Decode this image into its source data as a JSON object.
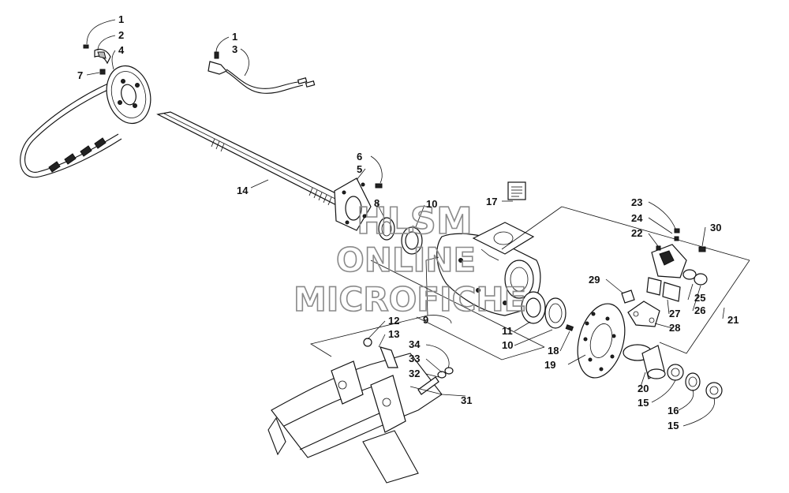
{
  "watermark": {
    "line1": "HLSM",
    "line2": "ONLINE",
    "line3": "MICROFICHE"
  },
  "labels": [
    {
      "id": "1a",
      "text": "1"
    },
    {
      "id": "2",
      "text": "2"
    },
    {
      "id": "4",
      "text": "4"
    },
    {
      "id": "7",
      "text": "7"
    },
    {
      "id": "1b",
      "text": "1"
    },
    {
      "id": "3",
      "text": "3"
    },
    {
      "id": "6",
      "text": "6"
    },
    {
      "id": "5",
      "text": "5"
    },
    {
      "id": "14",
      "text": "14"
    },
    {
      "id": "8",
      "text": "8"
    },
    {
      "id": "10a",
      "text": "10"
    },
    {
      "id": "17",
      "text": "17"
    },
    {
      "id": "23",
      "text": "23"
    },
    {
      "id": "24",
      "text": "24"
    },
    {
      "id": "22",
      "text": "22"
    },
    {
      "id": "30",
      "text": "30"
    },
    {
      "id": "29",
      "text": "29"
    },
    {
      "id": "25",
      "text": "25"
    },
    {
      "id": "27",
      "text": "27"
    },
    {
      "id": "26",
      "text": "26"
    },
    {
      "id": "21",
      "text": "21"
    },
    {
      "id": "28",
      "text": "28"
    },
    {
      "id": "9",
      "text": "9"
    },
    {
      "id": "11",
      "text": "11"
    },
    {
      "id": "10b",
      "text": "10"
    },
    {
      "id": "12",
      "text": "12"
    },
    {
      "id": "13",
      "text": "13"
    },
    {
      "id": "34",
      "text": "34"
    },
    {
      "id": "33",
      "text": "33"
    },
    {
      "id": "32",
      "text": "32"
    },
    {
      "id": "31",
      "text": "31"
    },
    {
      "id": "18",
      "text": "18"
    },
    {
      "id": "19",
      "text": "19"
    },
    {
      "id": "20",
      "text": "20"
    },
    {
      "id": "15a",
      "text": "15"
    },
    {
      "id": "16",
      "text": "16"
    },
    {
      "id": "15b",
      "text": "15"
    }
  ]
}
